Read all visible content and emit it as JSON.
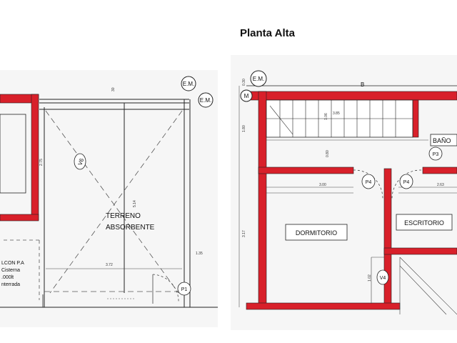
{
  "title": "Planta Alta",
  "colors": {
    "wall": "#d8202a",
    "line": "#222222",
    "dash": "#555555",
    "paper": "#f2f2f2"
  },
  "left_plan": {
    "markers": {
      "em_top": "E.M.",
      "em_right": "E.M.",
      "door_v6": "V6",
      "door_p1": "P1"
    },
    "room": {
      "line1": "TERRENO",
      "line2": "ABSORBENTE"
    },
    "note": {
      "line1": "LCON P.A",
      "line2": "Cisterna",
      "line3": ".000lt",
      "line4": "nterrada"
    },
    "dims": {
      "d_bottom": "3.72",
      "d_vertical": "5.14",
      "d_side": "2.75",
      "d_right": "1.35",
      "d_top": "30"
    }
  },
  "right_plan": {
    "markers": {
      "em": "E.M.",
      "m": "M",
      "b": "B",
      "p3": "P3",
      "p4a": "P4",
      "p4b": "P4",
      "v4": "V4"
    },
    "rooms": {
      "dormitorio": "DORMITORIO",
      "escritorio": "ESCRITORIO",
      "bano": "BAÑO"
    },
    "dims": {
      "d_300": "3.00",
      "d_263": "2.63",
      "d_317": "3.17",
      "d_080": "0.80",
      "d_106": "1.06",
      "d_385": "3.85",
      "d_030": "0.30",
      "d_180": "1.80",
      "d_102": "1.02"
    }
  }
}
